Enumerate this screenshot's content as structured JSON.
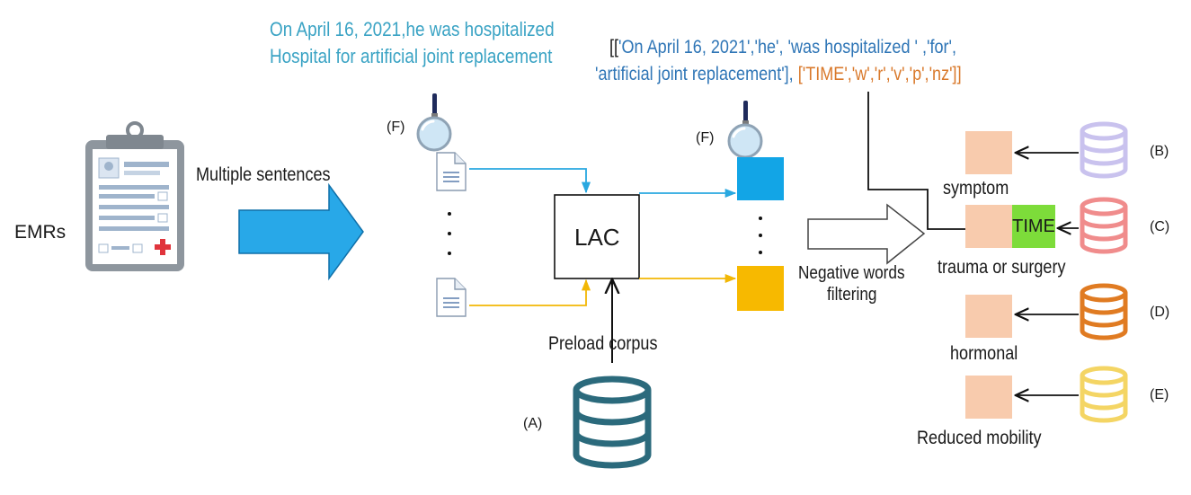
{
  "example_sentence": {
    "line1": "On April 16, 2021,he was hospitalized",
    "line2": "Hospital for artificial joint replacement"
  },
  "lac_output": {
    "open": "[[",
    "tokens_line1": "'On April 16, 2021','he', 'was hospitalized ' ,'for',",
    "tokens_line2": "'artificial joint replacement'],",
    "tags": "['TIME','w','r','v','p','nz']]"
  },
  "labels": {
    "emrs": "EMRs",
    "multiple_sentences": "Multiple sentences",
    "lac": "LAC",
    "preload_corpus": "Preload corpus",
    "negative_filtering_line1": "Negative words",
    "negative_filtering_line2": "filtering",
    "marker_f": "(F)",
    "marker_a": "(A)",
    "marker_b": "(B)",
    "marker_c": "(C)",
    "marker_d": "(D)",
    "marker_e": "(E)",
    "ellipsis": "."
  },
  "categories": [
    {
      "id": "B",
      "label": "symptom",
      "db_color": "#c9c2ee"
    },
    {
      "id": "C",
      "label": "trauma or surgery",
      "db_color": "#f08c8c",
      "highlight": "TIME",
      "highlight_color": "#7ddc3a"
    },
    {
      "id": "D",
      "label": "hormonal",
      "db_color": "#e07b22"
    },
    {
      "id": "E",
      "label": "Reduced mobility",
      "db_color": "#f4d564"
    }
  ],
  "colors": {
    "arrow_blue": "#29a8e0",
    "arrow_yellow": "#f2b705",
    "output_blue": "#12a5e6",
    "output_yellow": "#f7b900",
    "category_box": "#f8cbad",
    "corpus_db": "#2b6a7c",
    "big_arrow": "#28a8e8",
    "sentence_text": "#3aa3c4",
    "token_blue": "#2e75b6",
    "tag_orange": "#d9792b"
  },
  "icons": [
    "clipboard-icon",
    "document-icon",
    "magnifier-icon",
    "database-icon"
  ]
}
